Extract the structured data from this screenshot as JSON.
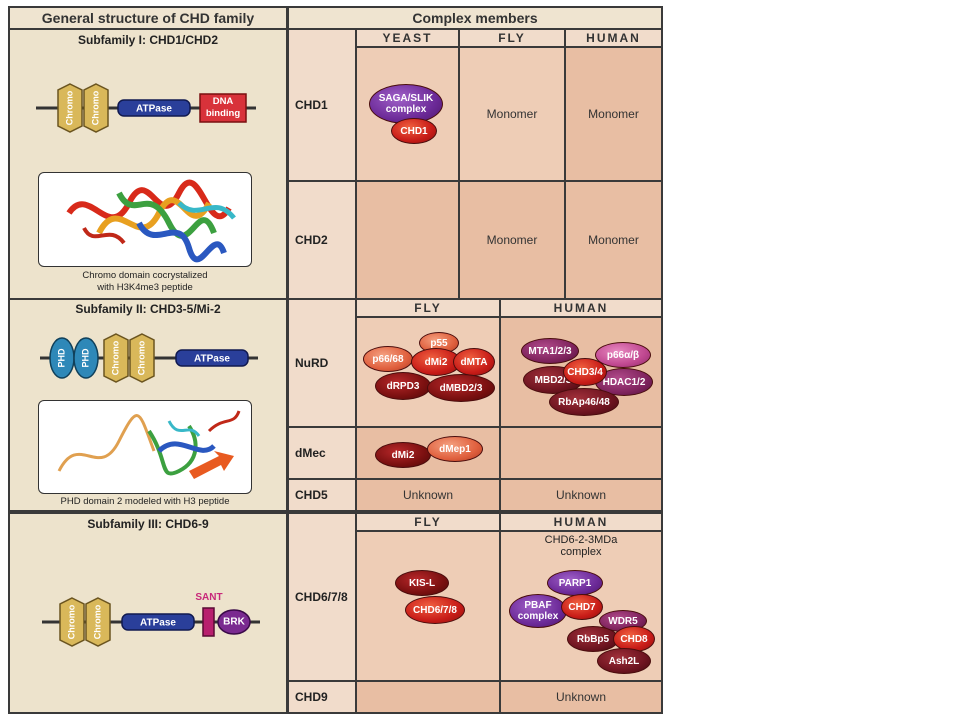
{
  "header": {
    "left_title": "General structure of CHD family",
    "right_title": "Complex members"
  },
  "subfamilies": [
    {
      "title": "Subfamily I: CHD1/CHD2",
      "caption_line1": "Chromo domain cocrystalized",
      "caption_line2": "with H3K4me3 peptide",
      "domains": {
        "chromo1": "Chromo",
        "chromo2": "Chromo",
        "atpase": "ATPase",
        "dna_line1": "DNA",
        "dna_line2": "binding"
      }
    },
    {
      "title": "Subfamily II: CHD3-5/Mi-2",
      "caption": "PHD domain 2 modeled with H3 peptide",
      "domains": {
        "phd1": "PHD",
        "phd2": "PHD",
        "chromo1": "Chromo",
        "chromo2": "Chromo",
        "atpase": "ATPase"
      }
    },
    {
      "title": "Subfamily III: CHD6-9",
      "domains": {
        "chromo1": "Chromo",
        "chromo2": "Chromo",
        "atpase": "ATPase",
        "sant": "SANT",
        "brk": "BRK"
      }
    }
  ],
  "columns": {
    "yeast": "YEAST",
    "fly": "FLY",
    "human": "HUMAN"
  },
  "rows": {
    "chd1": {
      "label": "CHD1",
      "yeast_complex_line1": "SAGA/SLIK",
      "yeast_complex_line2": "complex",
      "yeast_protein": "CHD1",
      "fly": "Monomer",
      "human": "Monomer"
    },
    "chd2": {
      "label": "CHD2",
      "fly": "Monomer",
      "human": "Monomer"
    },
    "nurd": {
      "label": "NuRD",
      "fly": [
        "p55",
        "p66/68",
        "dMi2",
        "dMTA",
        "dRPD3",
        "dMBD2/3"
      ],
      "human": [
        "MTA1/2/3",
        "p66α/β",
        "CHD3/4",
        "MBD2/3",
        "HDAC1/2",
        "RbAp46/48"
      ]
    },
    "dmec": {
      "label": "dMec",
      "fly": [
        "dMi2",
        "dMep1"
      ]
    },
    "chd5": {
      "label": "CHD5",
      "fly": "Unknown",
      "human": "Unknown"
    },
    "chd678": {
      "label": "CHD6/7/8",
      "fly": [
        "KIS-L",
        "CHD6/7/8"
      ],
      "human_title_line1": "CHD6-2-3MDa",
      "human_title_line2": "complex",
      "human": [
        "PARP1",
        "PBAF complex",
        "CHD7",
        "WDR5",
        "RbBp5",
        "CHD8",
        "Ash2L"
      ]
    },
    "chd9": {
      "label": "CHD9",
      "human": "Unknown"
    }
  },
  "colors": {
    "header_bg": "#efe4d0",
    "left_panel": "#ede3cc",
    "cell_light": "#eecdb6",
    "cell_dark": "#e8bea3",
    "border": "#3a3a3a"
  }
}
